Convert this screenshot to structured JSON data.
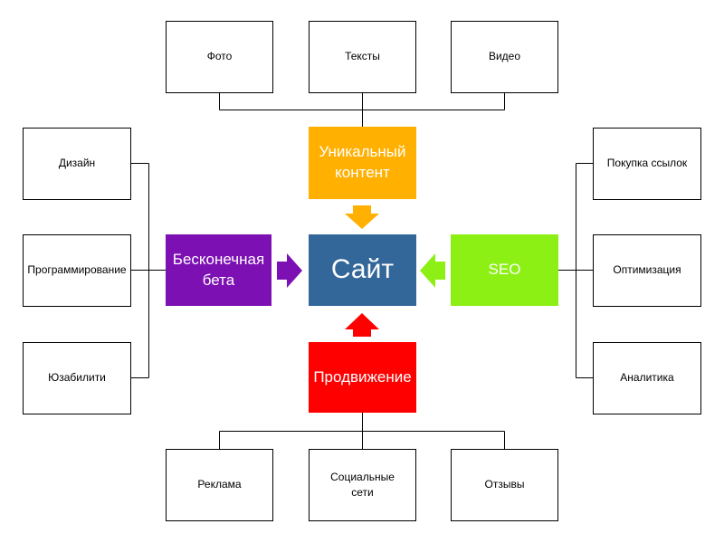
{
  "colors": {
    "center": "#336699",
    "top": "#FFB000",
    "left": "#7C10B3",
    "right": "#8DF014",
    "bottom": "#FF0000",
    "lines": "#000000"
  },
  "center": {
    "label": "Сайт"
  },
  "hubs": {
    "top": "Уникальный\nконтент",
    "left": "Бесконечная\nбета",
    "right": "SEO",
    "bottom": "Продвижение"
  },
  "leaves": {
    "top": [
      "Фото",
      "Тексты",
      "Видео"
    ],
    "left": [
      "Дизайн",
      "Программирование",
      "Юзабилити"
    ],
    "right": [
      "Покупка ссылок",
      "Оптимизация",
      "Аналитика"
    ],
    "bottom": [
      "Реклама",
      "Социальные\nсети",
      "Отзывы"
    ]
  }
}
